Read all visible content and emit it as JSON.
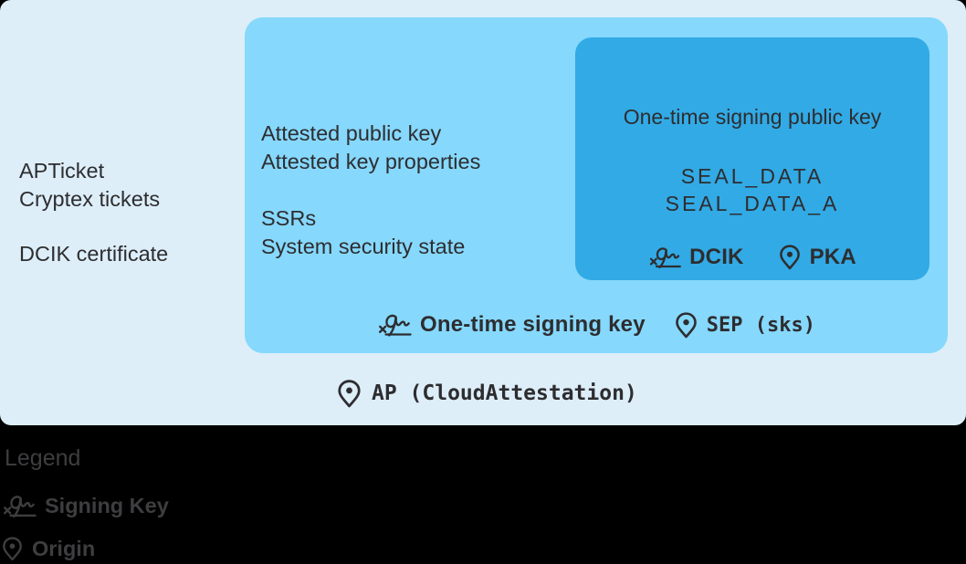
{
  "colors": {
    "bg": "#000000",
    "outer": "#ddeef9",
    "middle": "#86d8fc",
    "inner": "#32aae5",
    "ink": "#2d2d30",
    "legend_ink": "#3e3e40"
  },
  "outer_box": {
    "input_lines_top": [
      "APTicket",
      "Cryptex tickets"
    ],
    "input_lines_bottom": [
      "DCIK certificate"
    ],
    "origin": {
      "icon": "origin-pin-icon",
      "label": "AP (CloudAttestation)"
    }
  },
  "middle_box": {
    "content_lines_top": [
      "Attested public key",
      "Attested key properties"
    ],
    "content_lines_bottom": [
      "SSRs",
      "System security state"
    ],
    "signing_key": {
      "icon": "signature-icon",
      "label": "One-time signing key"
    },
    "origin": {
      "icon": "origin-pin-icon",
      "label": "SEP (sks)"
    }
  },
  "inner_box": {
    "title": "One-time signing public key",
    "seal_registers": [
      "SEAL_DATA",
      "SEAL_DATA_A"
    ],
    "signing_key": {
      "icon": "signature-icon",
      "label": "DCIK"
    },
    "origin": {
      "icon": "origin-pin-icon",
      "label": "PKA"
    }
  },
  "legend": {
    "title": "Legend",
    "items": [
      {
        "icon": "signature-icon",
        "label": "Signing Key"
      },
      {
        "icon": "origin-pin-icon",
        "label": "Origin"
      }
    ]
  }
}
